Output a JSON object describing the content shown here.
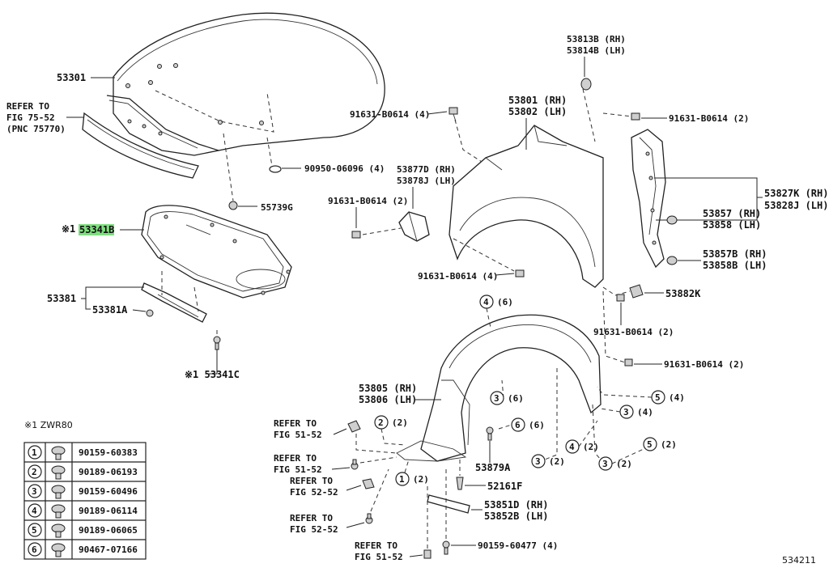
{
  "diagram": {
    "figure_number": "534211",
    "footnote": "※1 ZWR80",
    "highlighted_part": "53341B",
    "highlight_color": "#7fe07f",
    "callouts": {
      "hood": "53301",
      "refer_hood_1": "REFER TO",
      "refer_hood_2": "FIG 75-52",
      "refer_hood_3": "(PNC 75770)",
      "plug": "90950-06096 (4)",
      "clip_55739g": "55739G",
      "insulator_prefix": "※1 ",
      "insulator_code": "53341B",
      "seal": "53381",
      "seal_a": "53381A",
      "clip_c": "※1 53341C",
      "bolt_top_left": "91631-B0614 (4)",
      "fender_rh": "53801 (RH)",
      "fender_lh": "53802 (LH)",
      "bumper_rh": "53813B (RH)",
      "bumper_lh": "53814B (LH)",
      "bolt_right_top": "91631-B0614 (2)",
      "brkt_rh": "53877D (RH)",
      "brkt_lh": "53878J (LH)",
      "bolt_brkt": "91631-B0614 (2)",
      "bolt_fender_bottom": "91631-B0614 (4)",
      "apron_rh": "53827K (RH)",
      "apron_lh": "53828J (LH)",
      "cushion_rh": "53857 (RH)",
      "cushion_lh": "53858 (LH)",
      "cushion_b_rh": "53857B (RH)",
      "cushion_b_lh": "53858B (LH)",
      "part_53882k": "53882K",
      "bolt_mid_right": "91631-B0614 (2)",
      "bolt_lower_right": "91631-B0614 (2)",
      "liner_rh": "53805 (RH)",
      "liner_lh": "53806 (LH)",
      "part_53879a": "53879A",
      "part_52161f": "52161F",
      "seal_rh": "53851D (RH)",
      "seal_lh": "53852B (LH)",
      "screw_bottom": "90159-60477 (4)",
      "refer_to": "REFER TO",
      "fig_51_52": "FIG 51-52",
      "fig_52_52": "FIG 52-52",
      "c4_6": "(6)",
      "c3_6": "(6)",
      "c6_6": "(6)",
      "c5_4": "(4)",
      "c3_4": "(4)",
      "c2_2": "(2)",
      "c4_2": "(2)",
      "c5_2": "(2)",
      "c3_2a": "(2)",
      "c3_2b": "(2)",
      "c1_2": "(2)"
    },
    "legend": [
      {
        "num": "1",
        "icon": "screw-icon",
        "part": "90159-60383"
      },
      {
        "num": "2",
        "icon": "clip-icon",
        "part": "90189-06193"
      },
      {
        "num": "3",
        "icon": "screw-icon",
        "part": "90159-60496"
      },
      {
        "num": "4",
        "icon": "clip-icon",
        "part": "90189-06114"
      },
      {
        "num": "5",
        "icon": "clip-icon",
        "part": "90189-06065"
      },
      {
        "num": "6",
        "icon": "grommet-icon",
        "part": "90467-07166"
      }
    ]
  }
}
